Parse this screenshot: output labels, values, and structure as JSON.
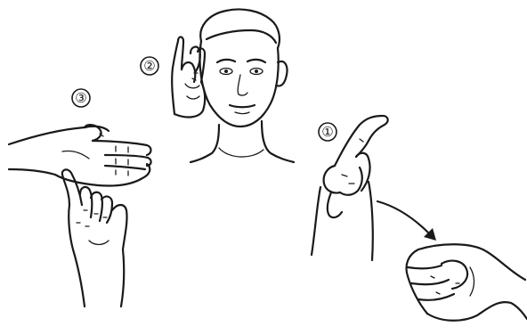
{
  "steps": [
    {
      "number": "①"
    },
    {
      "number": "②"
    },
    {
      "number": "③"
    }
  ],
  "colors": {
    "ink": "#1a1a1a",
    "background": "#ffffff"
  },
  "icons": {
    "motion_arrow": "curved-arrow-icon"
  }
}
